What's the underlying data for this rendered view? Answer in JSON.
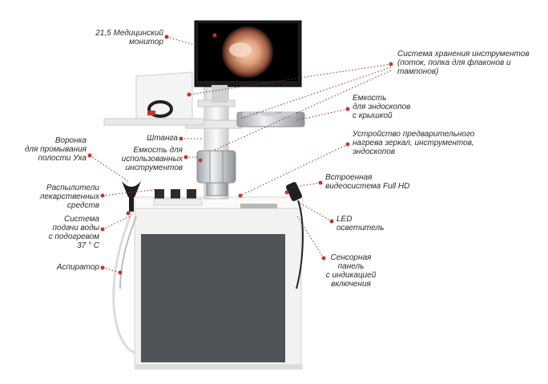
{
  "labels": {
    "monitor": "21,5 Медицинский\nмонитор",
    "storage": "Система хранения инструментов\n(поток, полка для флаконов и\nтампонов)",
    "endoscope_container": "Емкость\nдля эндоскопов\nс крышкой",
    "preheat": "Устройство предварительного\nнагрева зеркал, инструментов,\nэндоскопов",
    "video": "Встроенная\nвидеосистема Full HD",
    "led": "LED\nосветитель",
    "sensor_panel": "Сенсорная\nпанель\nс индикацией\nвключения",
    "funnel": "Воронка\nдля промывания\nполости Уха",
    "sprayers": "Распылители\nлекарственных\nсредств",
    "water": "Система\nподачи воды\nс подогревом\n37 ° С",
    "aspirator": "Аспиратор",
    "boom": "Штанга",
    "used_container": "Емкость для\nиспользованных\nинструментов"
  },
  "colors": {
    "callout_dot": "#c0392b",
    "cabinet_panel": "#4f5459",
    "cabinet_body": "#f2f2f0"
  }
}
